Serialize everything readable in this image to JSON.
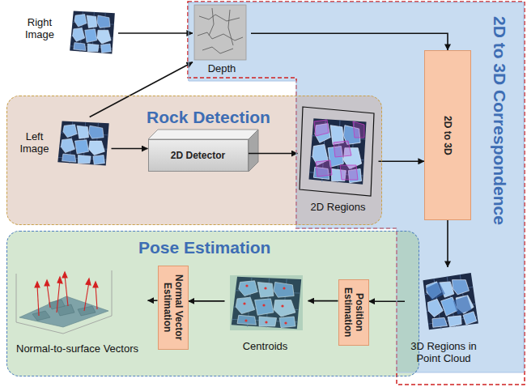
{
  "diagram": {
    "nodes": [
      {
        "text": [
          "2D to 3D Correspondence"
        ]
      },
      {
        "text": [
          "Right Image"
        ]
      },
      {
        "text": [
          "Depth"
        ],
        "in": 0
      },
      {
        "text": [
          "Rock Detection"
        ]
      },
      {
        "text": [
          "Left Image"
        ],
        "in": 3
      },
      {
        "text": [
          "2D Detector"
        ],
        "in": 3
      },
      {
        "text": [
          "2D Regions"
        ],
        "in": 3
      },
      {
        "text": [
          "2D to 3D"
        ],
        "in": 0
      },
      {
        "text": [
          "3D Regions in Point Cloud"
        ],
        "in": 0
      },
      {
        "text": [
          "Pose Estimation"
        ]
      },
      {
        "text": [
          "Position Estimation"
        ],
        "in": 9
      },
      {
        "text": [
          "Centroids"
        ],
        "in": 9
      },
      {
        "text": [
          "Normal Vector Estimation"
        ],
        "in": 9
      },
      {
        "text": [
          "Normal-to-surface Vectors"
        ],
        "in": 9
      }
    ],
    "edges": [
      {
        "from": 1,
        "to": 2,
        "arrow": "to"
      },
      {
        "from": 4,
        "to": 2,
        "arrow": "to"
      },
      {
        "from": 4,
        "to": 5,
        "arrow": "to"
      },
      {
        "from": 5,
        "to": 6,
        "arrow": "to"
      },
      {
        "from": 2,
        "to": 7,
        "arrow": "to"
      },
      {
        "from": 6,
        "to": 7,
        "arrow": "to"
      },
      {
        "from": 7,
        "to": 8,
        "arrow": "to"
      },
      {
        "from": 8,
        "to": 10,
        "arrow": "to"
      },
      {
        "from": 10,
        "to": 11,
        "arrow": "to"
      },
      {
        "from": 11,
        "to": 12,
        "arrow": "to"
      },
      {
        "from": 12,
        "to": 13,
        "arrow": "to"
      }
    ]
  }
}
